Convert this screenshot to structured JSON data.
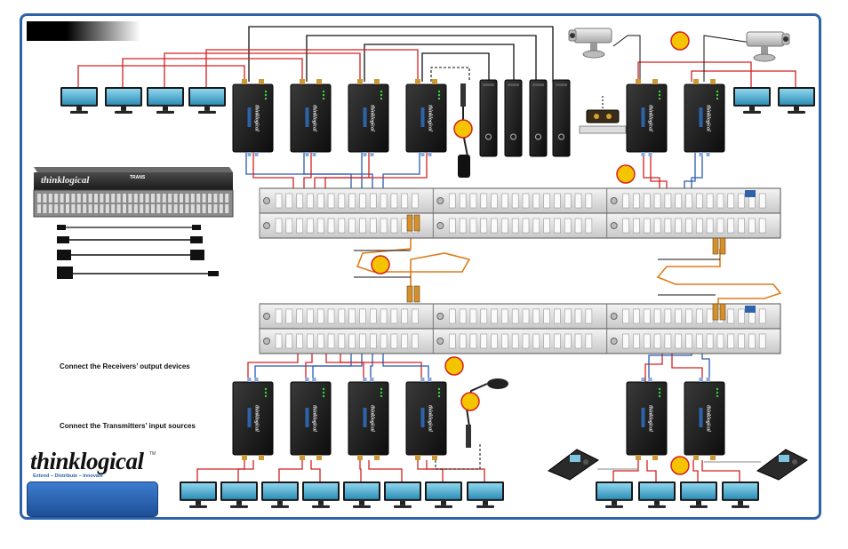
{
  "brand": {
    "logo_text": "thinklogical",
    "tm": "TM",
    "tagline": "Extend – Distribute – Innovate",
    "device_brand": "thinklogical",
    "chassis_model": "TRANS"
  },
  "labels": {
    "receivers_output": "Connect the Receivers’ output devices",
    "transmitters_input": "Connect the Transmitters’ input sources"
  },
  "colors": {
    "frame": "#2d63a8",
    "video_link": "#d42020",
    "fiber_up": "#2a5bb0",
    "fiber_loop": "#e07b1a",
    "control_link": "#111111",
    "marker": "#f5c400",
    "monitor_screen": "#4bb3d6"
  },
  "icons": {
    "monitor": "monitor-icon",
    "extender": "extender-icon",
    "camera": "camera-icon",
    "tower": "pc-tower-icon",
    "keyboard": "ptz-controller-icon",
    "cable": "cable-icon",
    "marker": "step-marker-icon"
  }
}
